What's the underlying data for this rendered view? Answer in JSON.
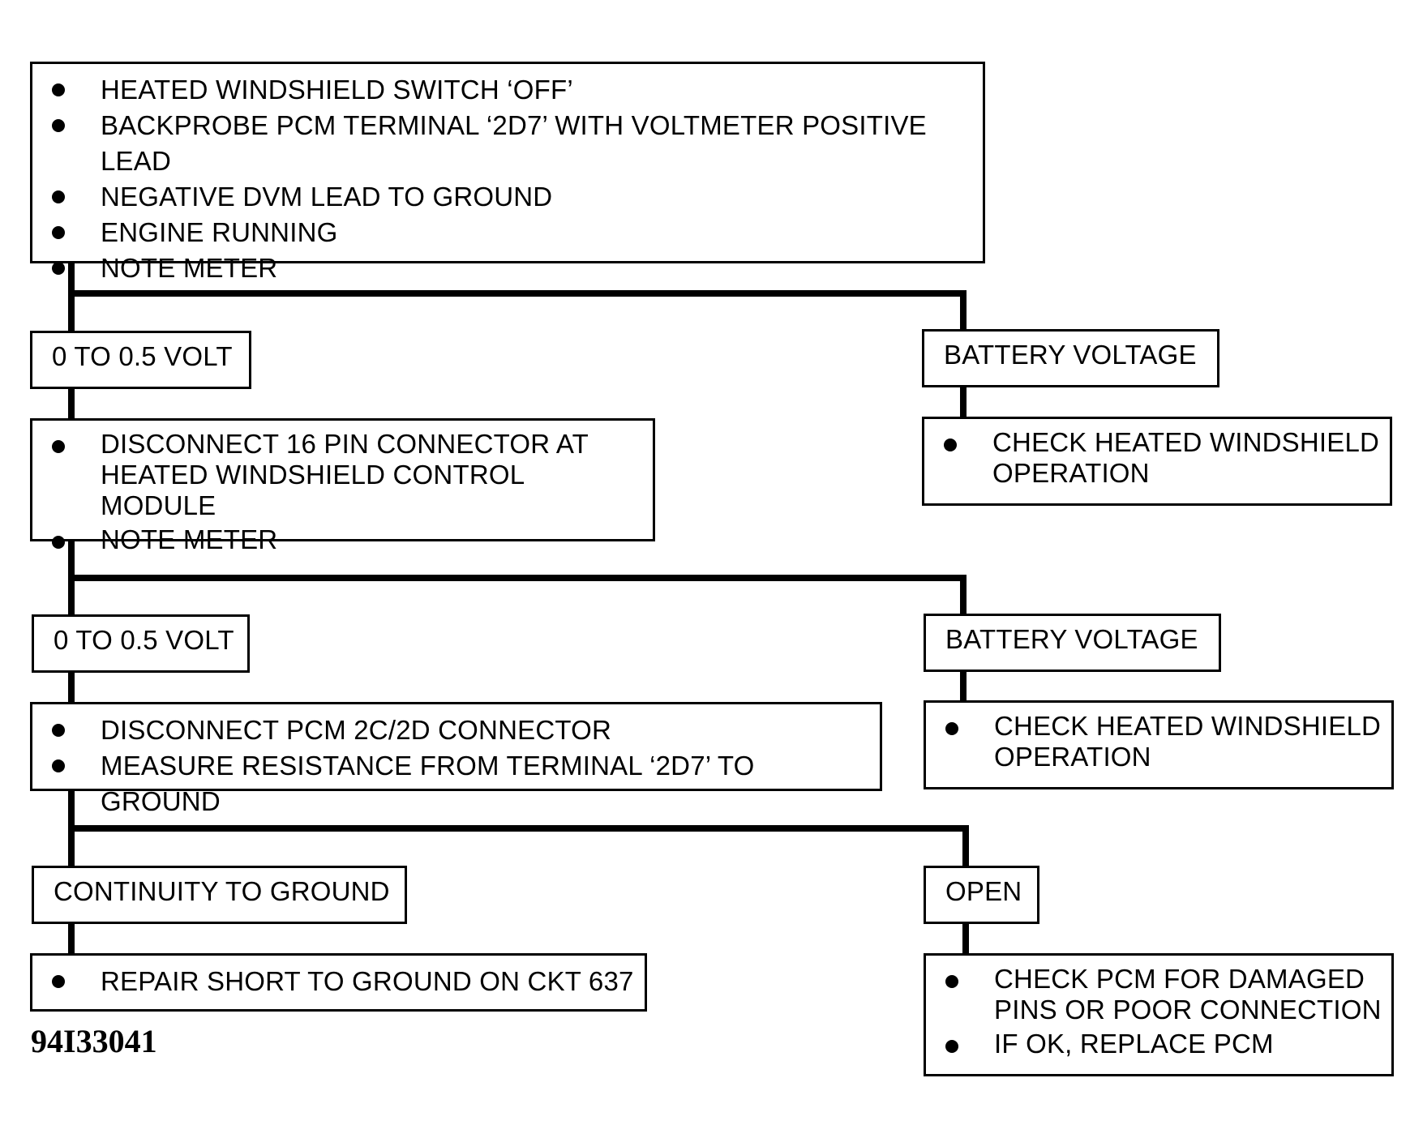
{
  "diagram": {
    "start_box": {
      "items": [
        "HEATED WINDSHIELD SWITCH ‘OFF’",
        "BACKPROBE PCM TERMINAL ‘2D7’ WITH VOLTMETER POSITIVE LEAD",
        "NEGATIVE DVM LEAD TO GROUND",
        "ENGINE RUNNING",
        "NOTE METER"
      ]
    },
    "step1": {
      "left_result": "0 TO 0.5 VOLT",
      "right_result": "BATTERY VOLTAGE",
      "left_action": [
        "DISCONNECT 16 PIN CONNECTOR AT\nHEATED WINDSHIELD CONTROL MODULE",
        "NOTE METER"
      ],
      "right_action": [
        "CHECK HEATED WINDSHIELD\nOPERATION"
      ]
    },
    "step2": {
      "left_result": "0 TO 0.5 VOLT",
      "right_result": "BATTERY VOLTAGE",
      "left_action": [
        "DISCONNECT PCM 2C/2D CONNECTOR",
        "MEASURE RESISTANCE FROM TERMINAL ‘2D7’ TO GROUND"
      ],
      "right_action": [
        "CHECK HEATED WINDSHIELD\nOPERATION"
      ]
    },
    "step3": {
      "left_result": "CONTINUITY TO GROUND",
      "right_result": "OPEN",
      "left_action": [
        "REPAIR SHORT TO GROUND ON CKT 637"
      ],
      "right_action": [
        "CHECK PCM FOR DAMAGED\nPINS OR POOR CONNECTION",
        "IF OK, REPLACE PCM"
      ]
    },
    "figure_id": "94I33041"
  }
}
